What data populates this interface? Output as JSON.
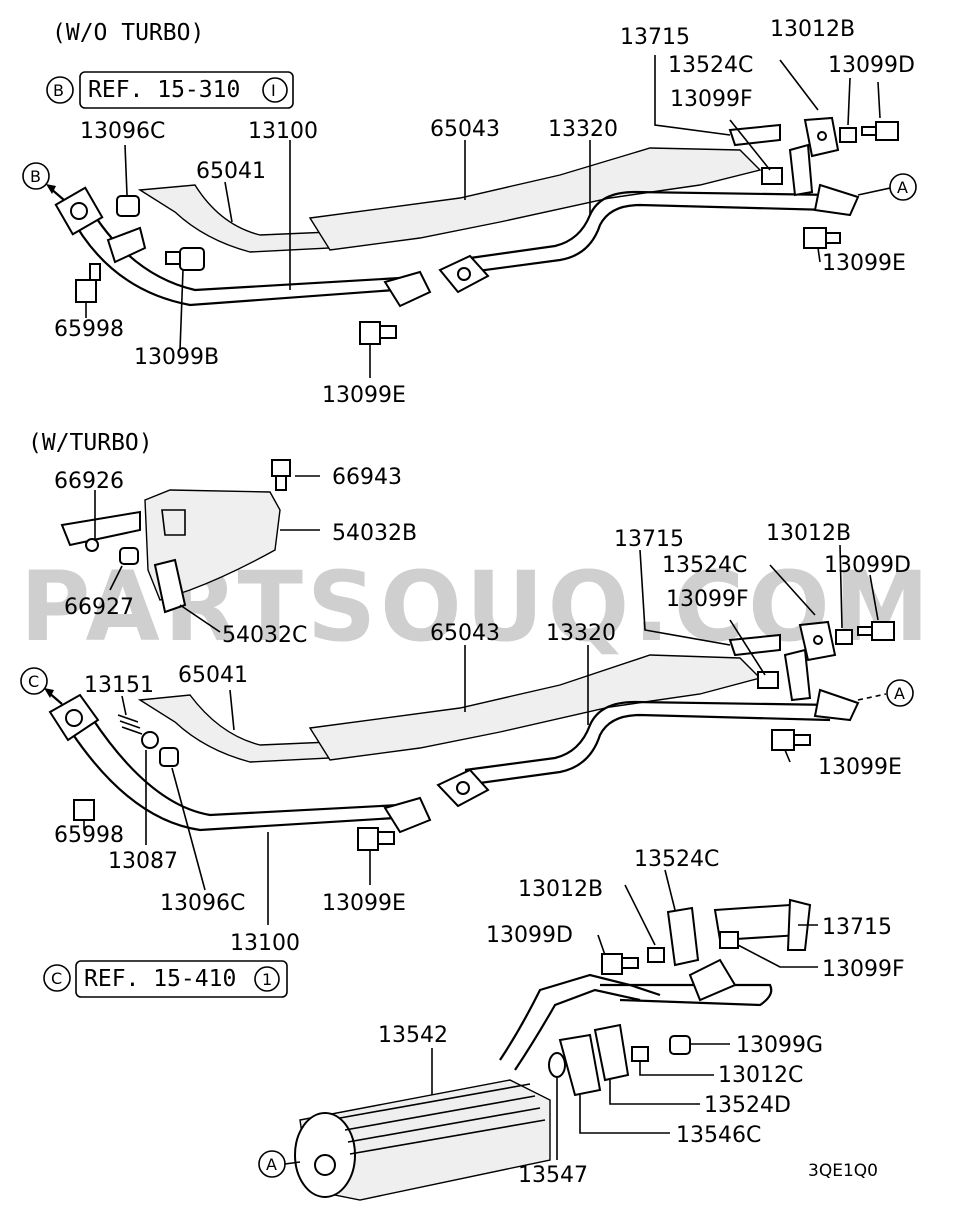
{
  "sections": {
    "without_turbo": "(W/O TURBO)",
    "with_turbo": "(W/TURBO)"
  },
  "refs": {
    "b": {
      "letter": "B",
      "text": "REF. 15-310",
      "page": "I"
    },
    "c": {
      "letter": "C",
      "text": "REF. 15-410",
      "page": "1"
    }
  },
  "markers": {
    "a": "A",
    "b": "B",
    "c": "C"
  },
  "watermark": "PARTSOUQ.COM",
  "drawing_code": "3QE1Q0",
  "top_labels": {
    "p13715": "13715",
    "p13012b": "13012B",
    "p13524c": "13524C",
    "p13099d": "13099D",
    "p13099f": "13099F",
    "p13096c": "13096C",
    "p13100": "13100",
    "p65043": "65043",
    "p13320": "13320",
    "p65041": "65041",
    "p13099e_r": "13099E",
    "p65998": "65998",
    "p13099b": "13099B",
    "p13099e_b": "13099E"
  },
  "mid_labels": {
    "p66926": "66926",
    "p66943": "66943",
    "p54032b": "54032B",
    "p66927": "66927",
    "p54032c": "54032C",
    "p13715": "13715",
    "p13012b": "13012B",
    "p13524c": "13524C",
    "p13099d": "13099D",
    "p13099f": "13099F",
    "p65043": "65043",
    "p13320": "13320",
    "p13151": "13151",
    "p65041": "65041",
    "p13099e_r": "13099E",
    "p65998": "65998",
    "p13087": "13087",
    "p13096c": "13096C",
    "p13099e_b": "13099E",
    "p13100": "13100"
  },
  "bottom_labels": {
    "p13524c": "13524C",
    "p13012b": "13012B",
    "p13715": "13715",
    "p13099d": "13099D",
    "p13099f": "13099F",
    "p13542": "13542",
    "p13099g": "13099G",
    "p13012c": "13012C",
    "p13524d": "13524D",
    "p13546c": "13546C",
    "p13547": "13547"
  }
}
